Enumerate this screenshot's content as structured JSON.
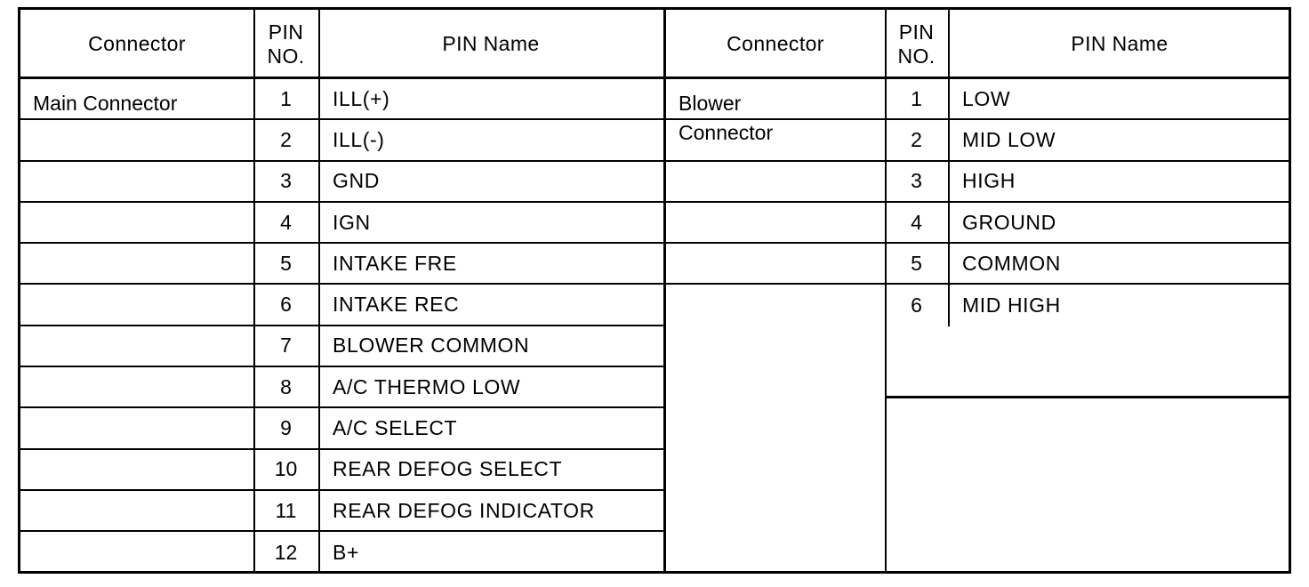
{
  "document": {
    "kind": "connector-pin-assignment-table"
  },
  "tables": [
    {
      "id": "main-connector",
      "headers": {
        "connector": "Connector",
        "pin_no": "PIN\nNO.",
        "pin_name": "PIN Name"
      },
      "connector_label": "Main Connector",
      "rows": [
        {
          "pin_no": "1",
          "pin_name": "ILL(+)"
        },
        {
          "pin_no": "2",
          "pin_name": "ILL(-)"
        },
        {
          "pin_no": "3",
          "pin_name": "GND"
        },
        {
          "pin_no": "4",
          "pin_name": "IGN"
        },
        {
          "pin_no": "5",
          "pin_name": "INTAKE FRE"
        },
        {
          "pin_no": "6",
          "pin_name": "INTAKE REC"
        },
        {
          "pin_no": "7",
          "pin_name": "BLOWER COMMON"
        },
        {
          "pin_no": "8",
          "pin_name": "A/C THERMO LOW"
        },
        {
          "pin_no": "9",
          "pin_name": "A/C SELECT"
        },
        {
          "pin_no": "10",
          "pin_name": "REAR DEFOG SELECT"
        },
        {
          "pin_no": "11",
          "pin_name": "REAR DEFOG INDICATOR"
        },
        {
          "pin_no": "12",
          "pin_name": "B+"
        }
      ]
    },
    {
      "id": "blower-connector",
      "headers": {
        "connector": "Connector",
        "pin_no": "PIN\nNO.",
        "pin_name": "PIN Name"
      },
      "connector_label": "Blower\nConnector",
      "rows": [
        {
          "pin_no": "1",
          "pin_name": "LOW"
        },
        {
          "pin_no": "2",
          "pin_name": "MID LOW"
        },
        {
          "pin_no": "3",
          "pin_name": "HIGH"
        },
        {
          "pin_no": "4",
          "pin_name": "GROUND"
        },
        {
          "pin_no": "5",
          "pin_name": "COMMON"
        },
        {
          "pin_no": "6",
          "pin_name": "MID HIGH"
        }
      ]
    }
  ],
  "colors": {
    "ink": "#000000",
    "paper": "#ffffff"
  }
}
